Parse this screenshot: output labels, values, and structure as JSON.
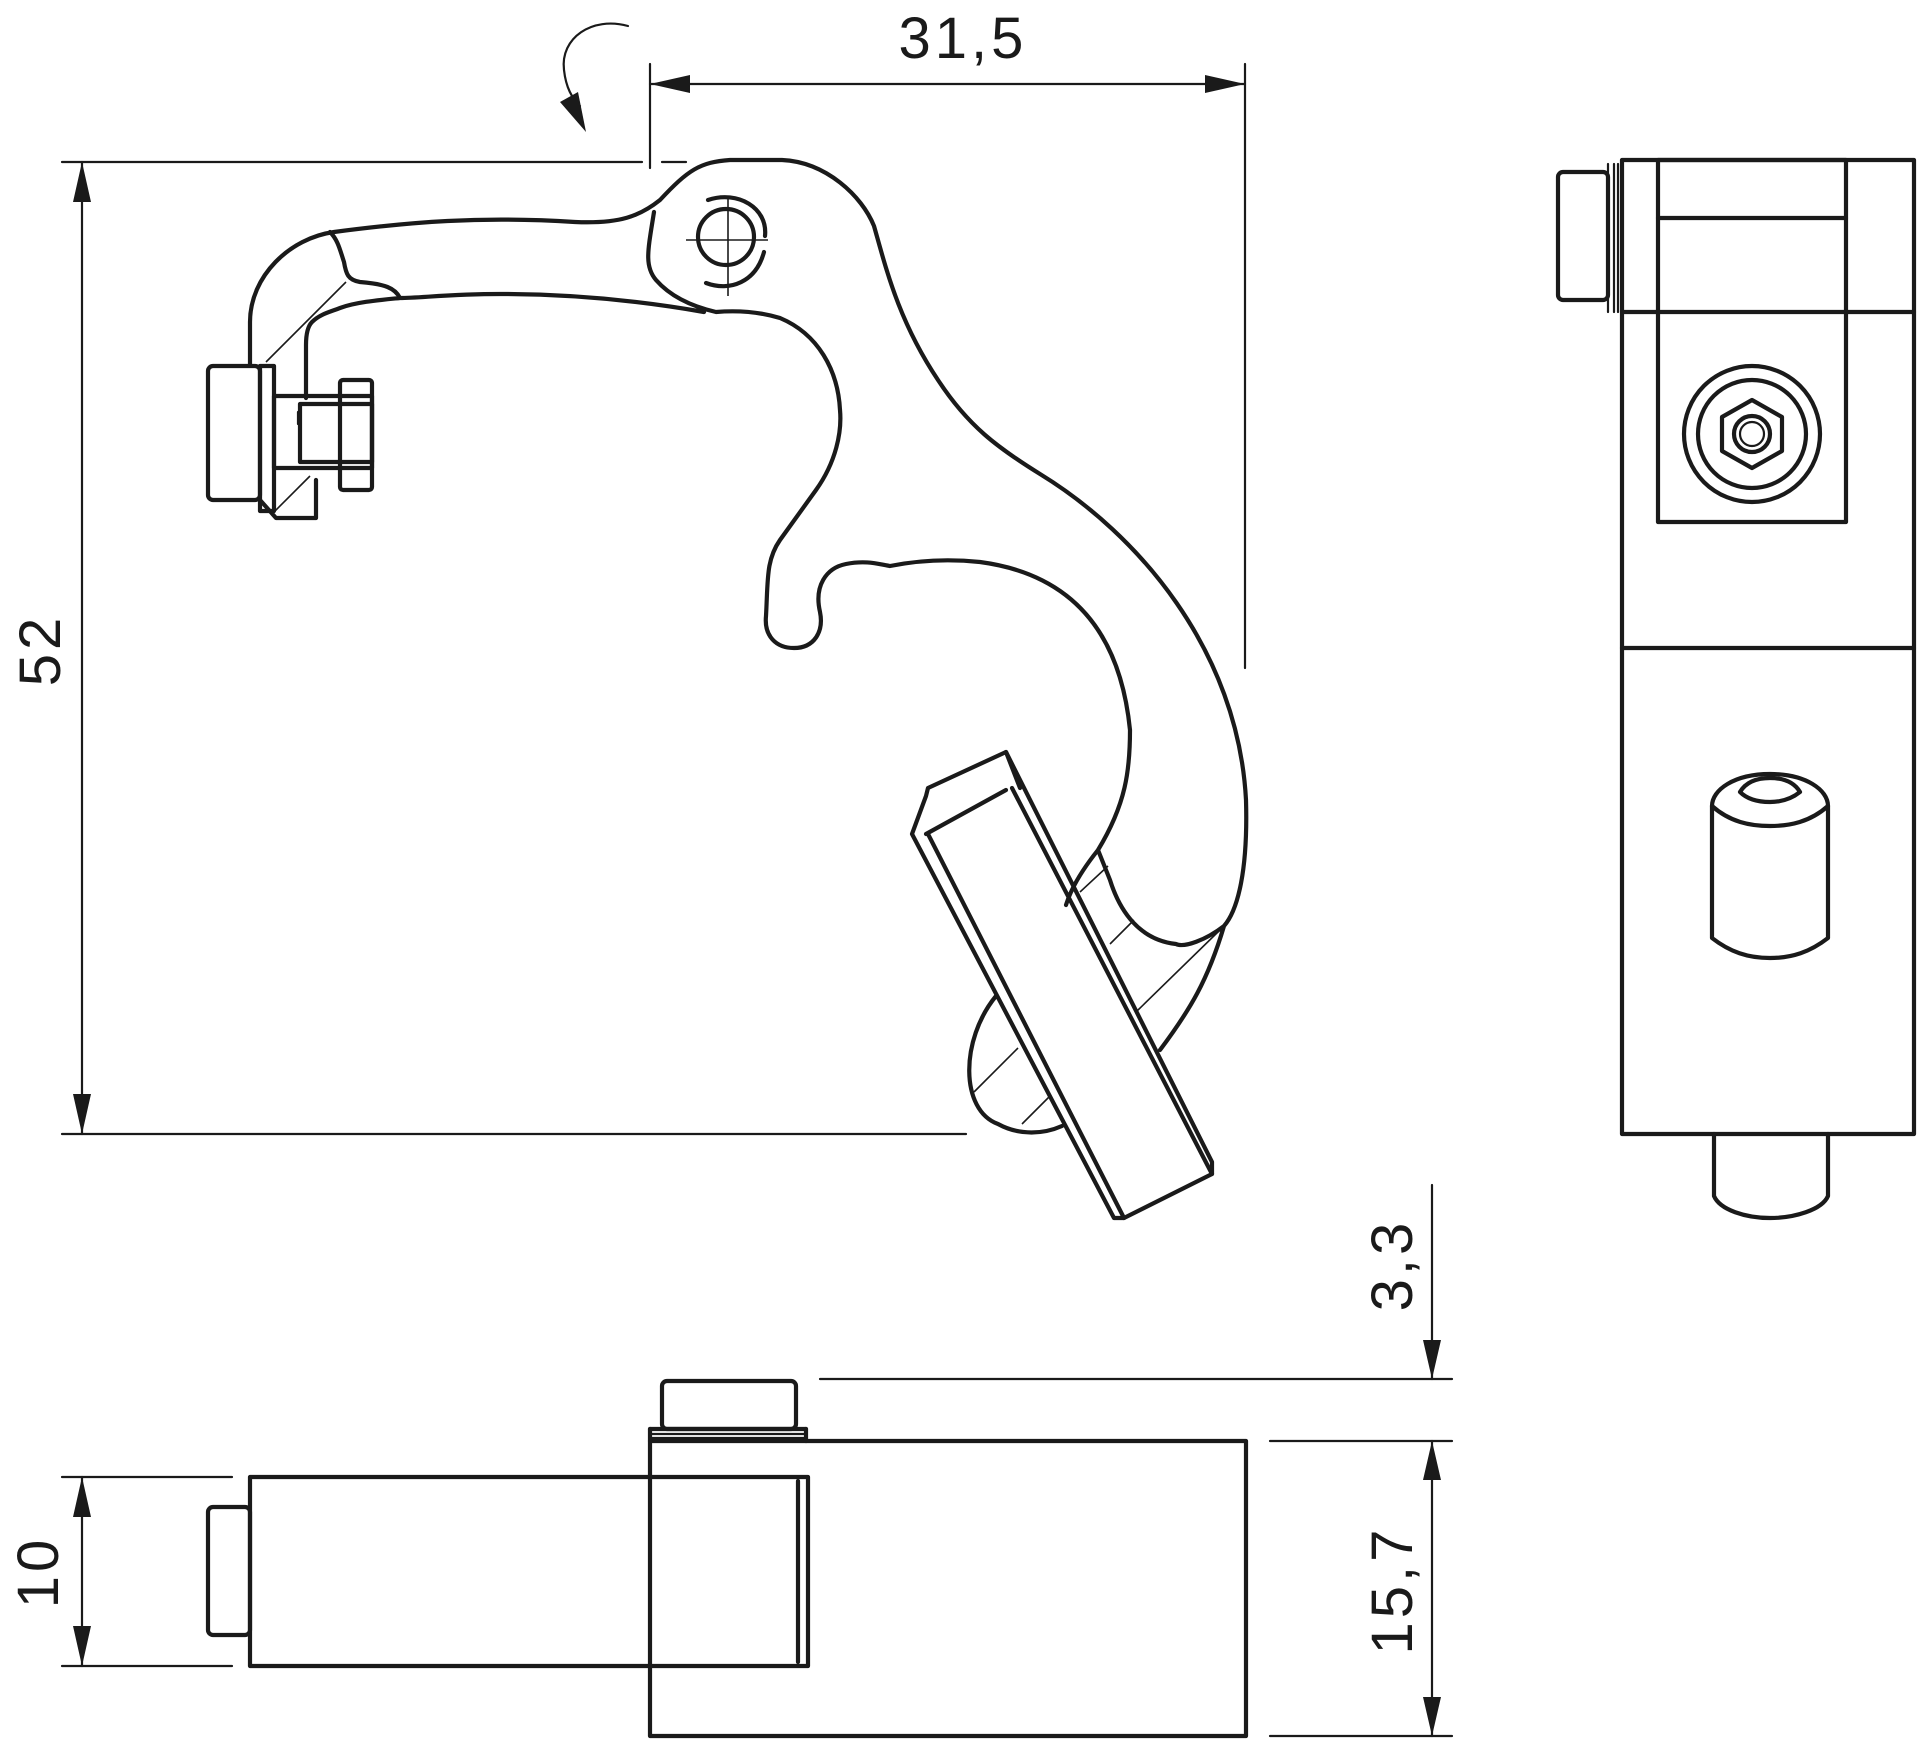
{
  "drawing": {
    "dimensions": {
      "width_top": "31,5",
      "height_main": "52",
      "bottom_small": "3,3",
      "bottom_height": "15,7",
      "bottom_left": "10"
    }
  }
}
